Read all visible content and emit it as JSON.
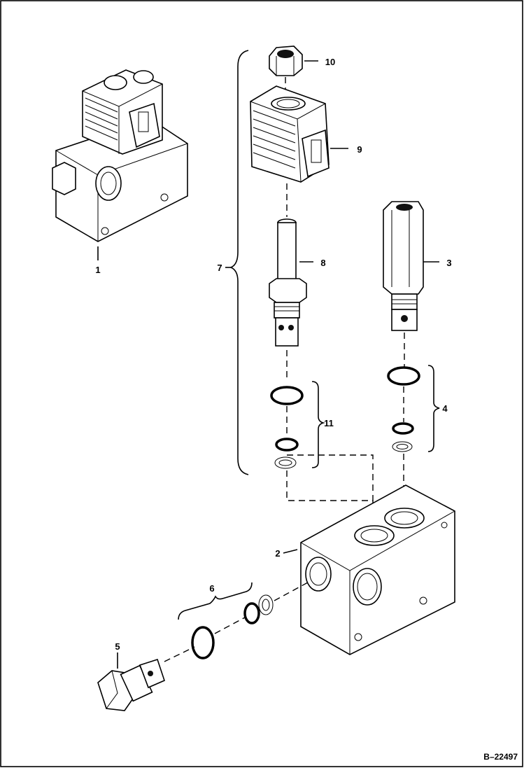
{
  "diagram": {
    "figure_number": "B–22497",
    "callouts": [
      {
        "id": "c1",
        "label": "1"
      },
      {
        "id": "c2",
        "label": "2"
      },
      {
        "id": "c3",
        "label": "3"
      },
      {
        "id": "c4",
        "label": "4"
      },
      {
        "id": "c5",
        "label": "5"
      },
      {
        "id": "c6",
        "label": "6"
      },
      {
        "id": "c7",
        "label": "7"
      },
      {
        "id": "c8",
        "label": "8"
      },
      {
        "id": "c9",
        "label": "9"
      },
      {
        "id": "c10",
        "label": "10"
      },
      {
        "id": "c11",
        "label": "11"
      }
    ],
    "colors": {
      "line": "#000000",
      "background": "#ffffff"
    }
  }
}
